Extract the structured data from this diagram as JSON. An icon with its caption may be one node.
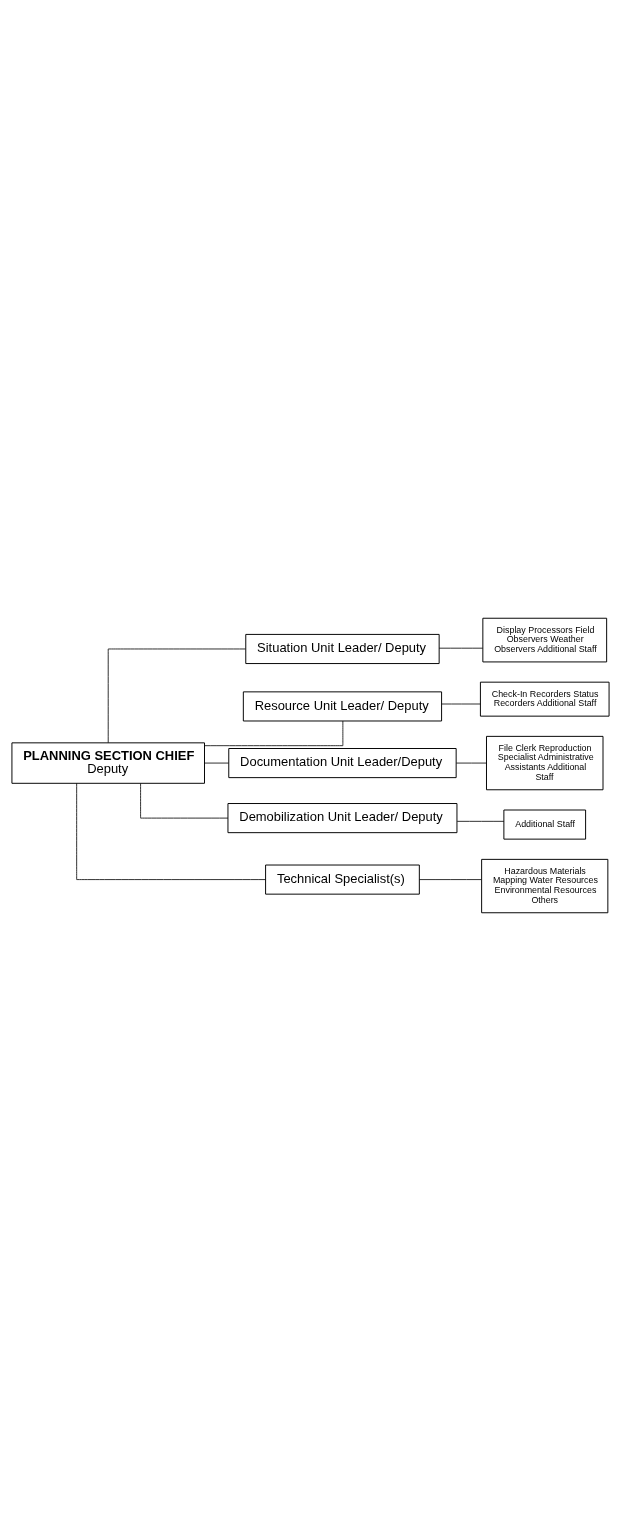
{
  "diagram": {
    "nodes": [
      {
        "text": [
          "PLANNING SECTION CHIEF",
          "Deputy"
        ]
      },
      {
        "text": [
          "Situation Unit Leader/ Deputy"
        ]
      },
      {
        "text": [
          "Display Processors Field Observers Weather Observers Additional Staff"
        ]
      },
      {
        "text": [
          "Resource Unit Leader/ Deputy"
        ]
      },
      {
        "text": [
          "Check-In Recorders Status Recorders Additional Staff"
        ]
      },
      {
        "text": [
          "Documentation Unit Leader/Deputy"
        ]
      },
      {
        "text": [
          "File Clerk Reproduction Specialist Administrative Assistants Additional Staff"
        ]
      },
      {
        "text": [
          "Demobilization Unit Leader/ Deputy"
        ]
      },
      {
        "text": [
          "Additional Staff"
        ]
      },
      {
        "text": [
          "Technical Specialist(s)"
        ]
      },
      {
        "text": [
          "Hazardous Materials Mapping Water Resources Environmental Resources Others"
        ]
      }
    ],
    "edges": [
      {
        "from": 0,
        "to": 1,
        "arrow": "none"
      },
      {
        "from": 1,
        "to": 2,
        "arrow": "none"
      },
      {
        "from": 0,
        "to": 3,
        "arrow": "none"
      },
      {
        "from": 3,
        "to": 4,
        "arrow": "none"
      },
      {
        "from": 0,
        "to": 5,
        "arrow": "none"
      },
      {
        "from": 5,
        "to": 6,
        "arrow": "none"
      },
      {
        "from": 0,
        "to": 7,
        "arrow": "none"
      },
      {
        "from": 7,
        "to": 8,
        "arrow": "none"
      },
      {
        "from": 0,
        "to": 9,
        "arrow": "none"
      },
      {
        "from": 9,
        "to": 10,
        "arrow": "none"
      }
    ]
  }
}
